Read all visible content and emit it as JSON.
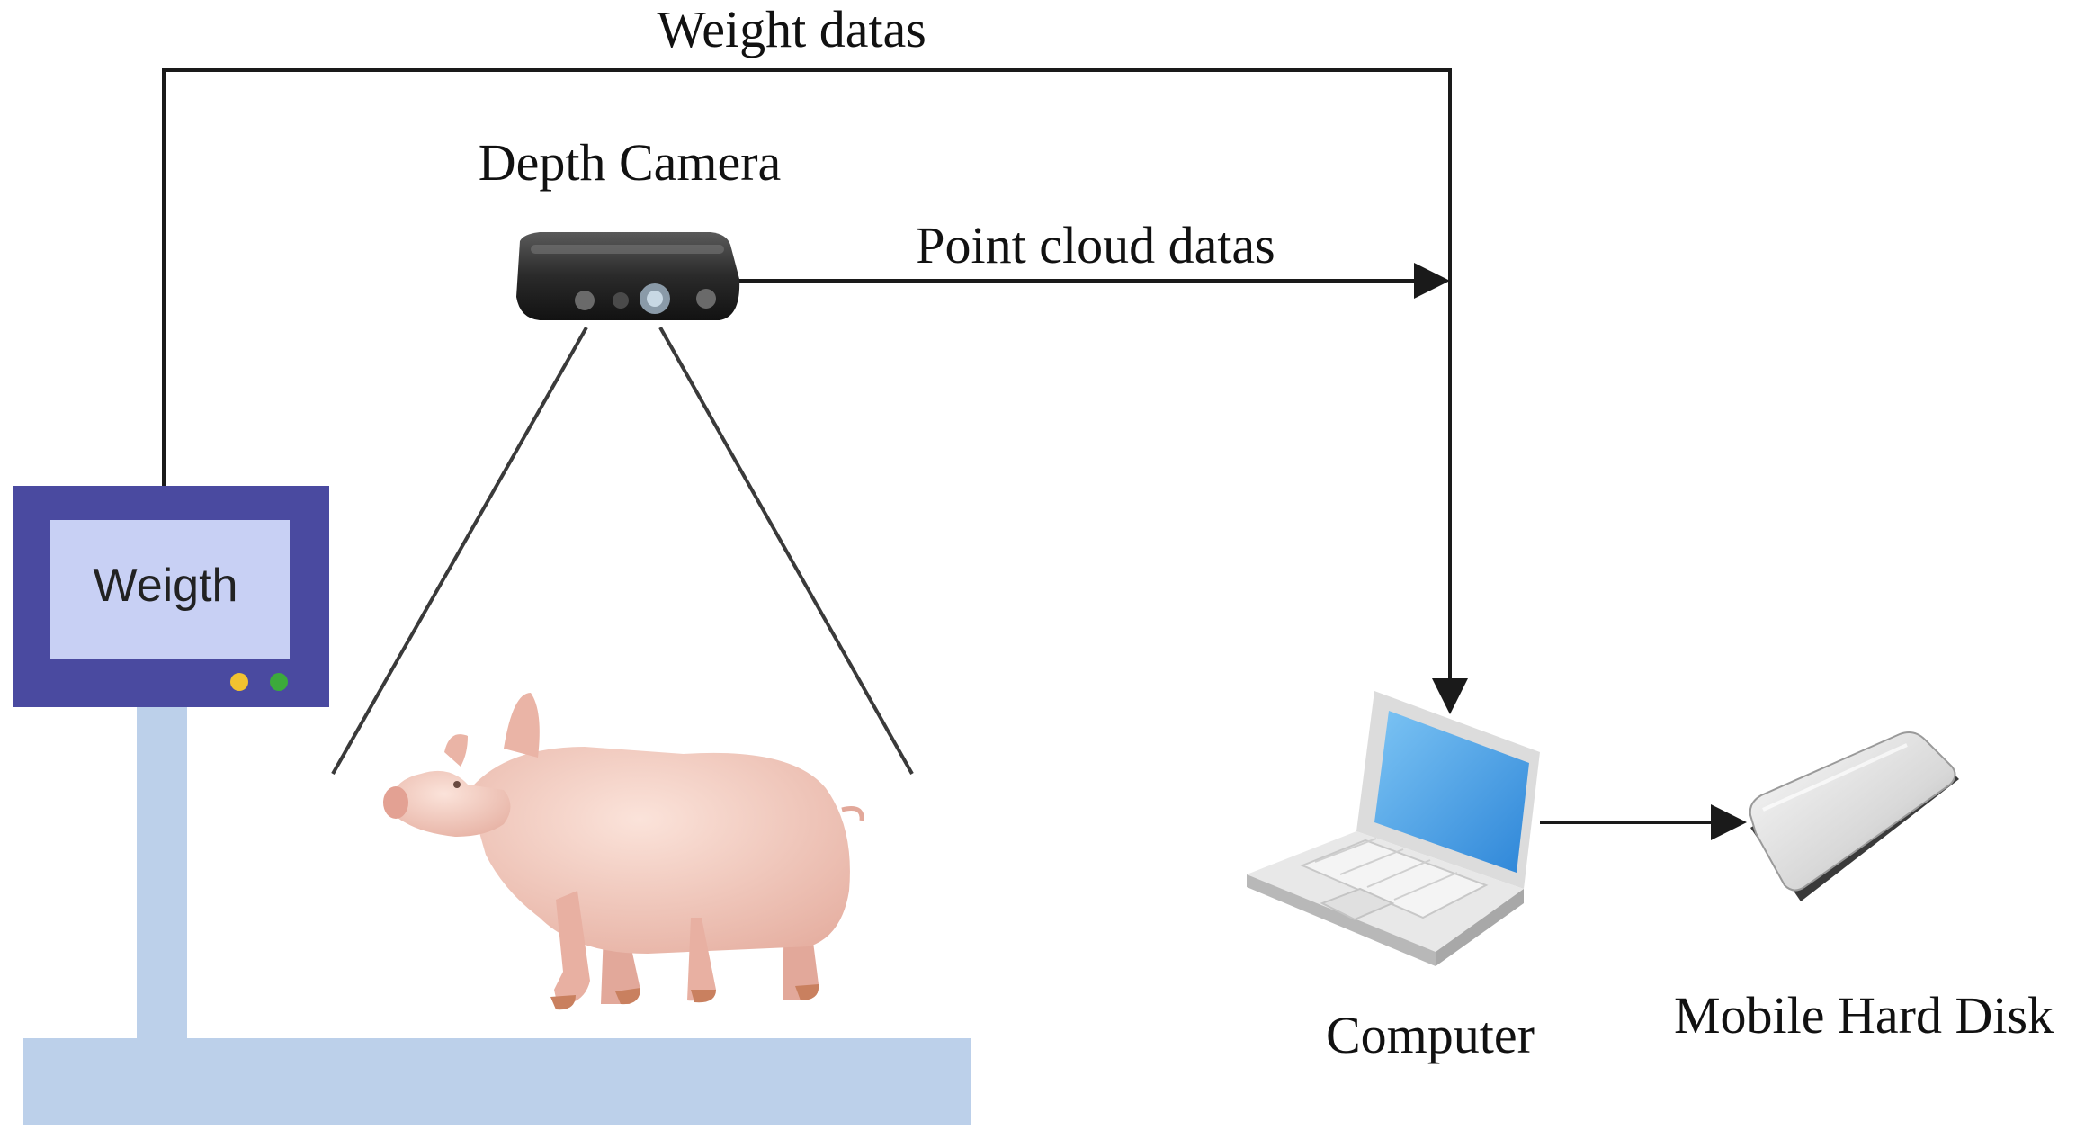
{
  "labels": {
    "weight_datas": "Weight datas",
    "depth_camera": "Depth Camera",
    "point_cloud_datas": "Point cloud datas",
    "weigh_screen": "Weigth",
    "computer": "Computer",
    "mobile_hard_disk": "Mobile Hard Disk"
  },
  "colors": {
    "scale_frame": "#4a4aa0",
    "scale_screen": "#c8d0f4",
    "scale_stand": "#bcd0ea",
    "indicator_yellow": "#f2c230",
    "indicator_green": "#3caa3c",
    "line": "#1a1a1a",
    "laptop_screen": "#3f9fe8",
    "pig_skin": "#f2c9bd"
  },
  "icons": [
    "depth-camera-icon",
    "pig-image",
    "laptop-icon",
    "hard-disk-icon"
  ]
}
